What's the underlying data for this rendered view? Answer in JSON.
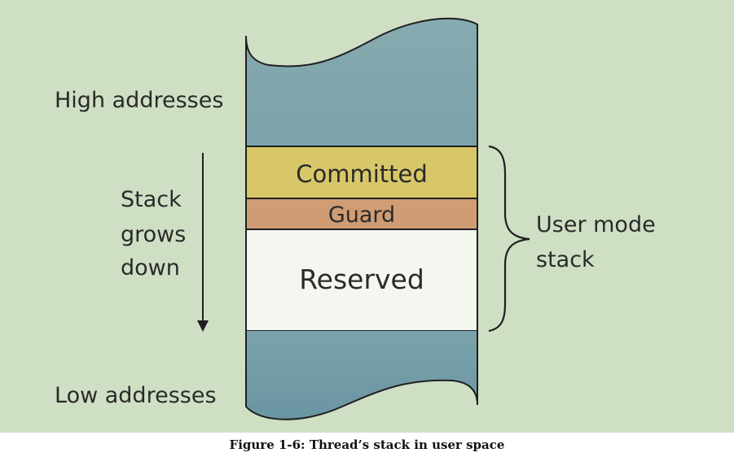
{
  "labels": {
    "high_addresses": "High addresses",
    "low_addresses": "Low addresses",
    "stack_grows_line1": "Stack",
    "stack_grows_line2": "grows",
    "stack_grows_line3": "down",
    "user_mode_line1": "User mode",
    "user_mode_line2": "stack"
  },
  "segments": {
    "committed": "Committed",
    "guard": "Guard",
    "reserved": "Reserved"
  },
  "caption": "Figure 1-6: Thread’s stack in user space",
  "colors": {
    "background": "#cfdfc4",
    "stack_region": "#7ea6ae",
    "committed": "#d8c769",
    "guard": "#cf9c73",
    "reserved": "#f4f7f0",
    "outline": "#1f1f1f"
  }
}
